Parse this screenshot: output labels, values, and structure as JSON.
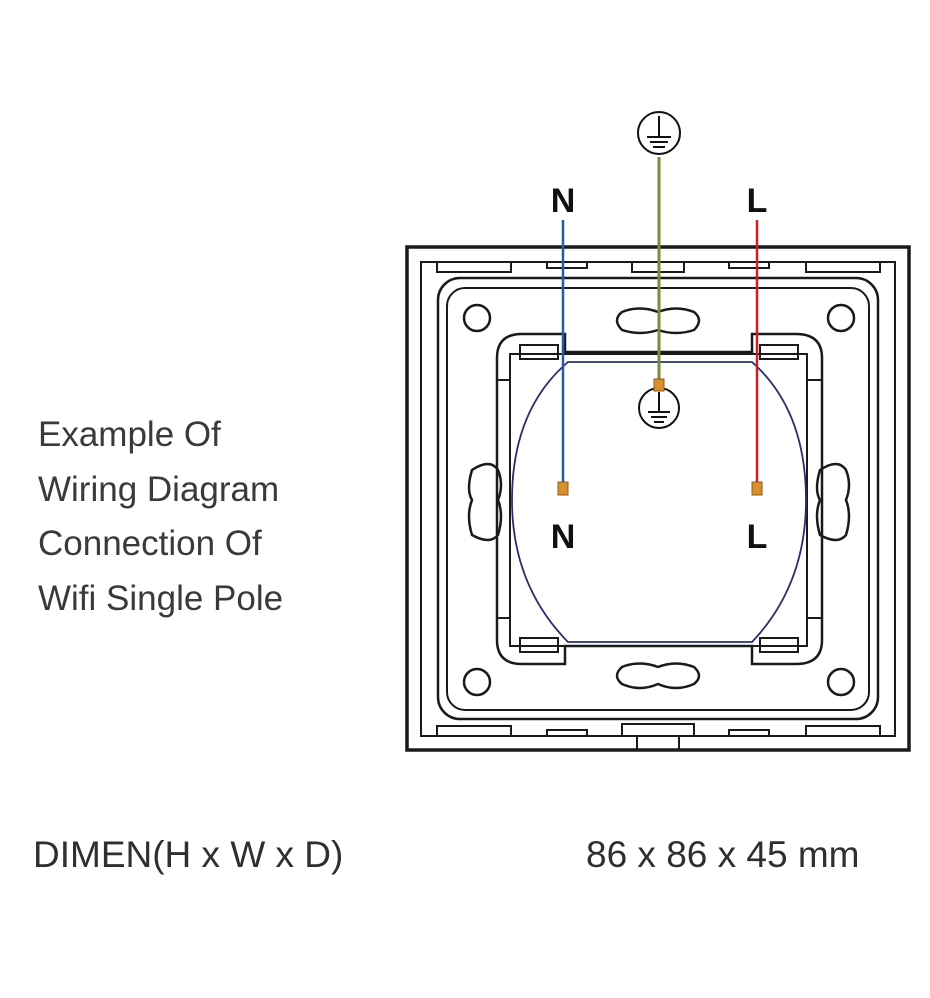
{
  "caption": {
    "lines": [
      "Example Of",
      "Wiring Diagram",
      "Connection Of",
      "Wifi Single Pole"
    ]
  },
  "diagram": {
    "top_labels": {
      "neutral": "N",
      "live": "L"
    },
    "terminal_labels": {
      "neutral": "N",
      "live": "L"
    },
    "wire_colors": {
      "neutral": "#2a5aa0",
      "earth": "#7d8a3c",
      "live": "#c8202a"
    },
    "terminal_color": "#d99030",
    "icons": [
      "earth-ground-icon",
      "earth-ground-terminal-icon"
    ]
  },
  "dimensions": {
    "label": "DIMEN(H x W x D)",
    "value": "86 x 86 x 45 mm"
  }
}
